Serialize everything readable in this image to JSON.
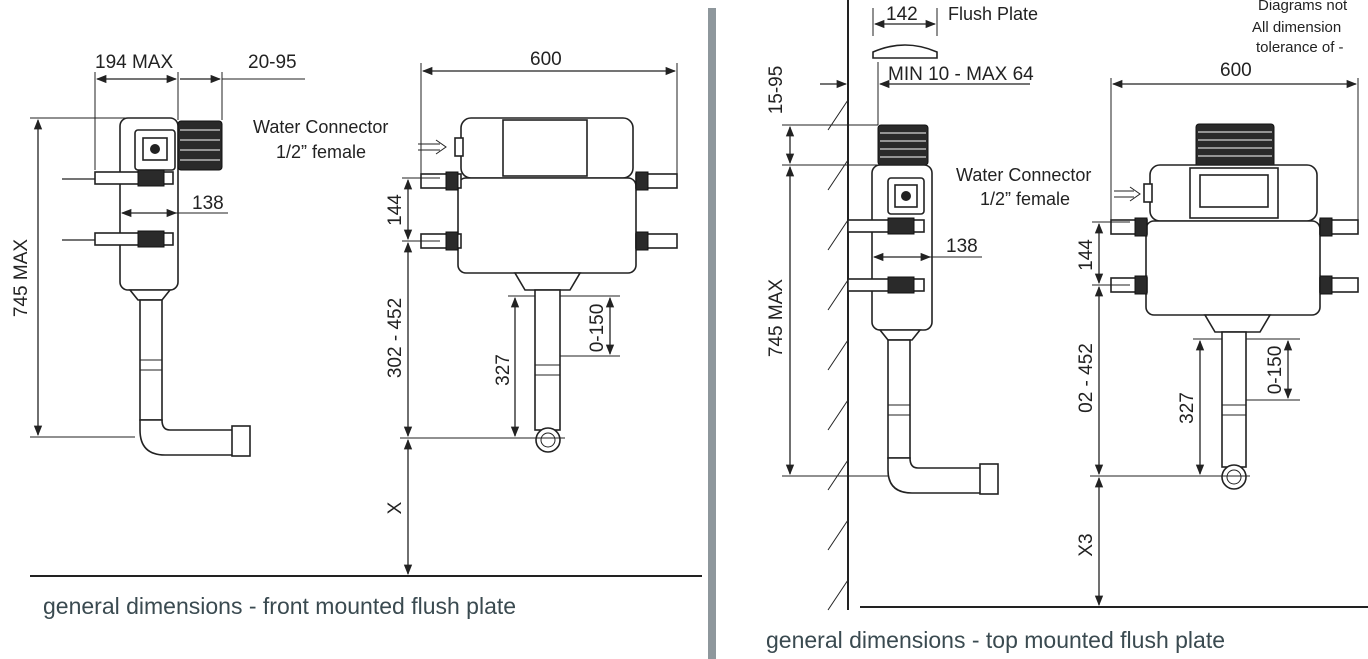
{
  "notes": {
    "line1": "Diagrams not",
    "line2": "All dimension",
    "line3": "tolerance of -"
  },
  "left_panel": {
    "dims": {
      "depth_max": "194 MAX",
      "adjust": "20-95",
      "width": "600",
      "height_max": "745 MAX",
      "body_depth": "138",
      "bracket_spacing": "144",
      "outlet_range": "302 - 452",
      "pipe": "327",
      "pipe_adjust": "0-150",
      "floor_gap": "X"
    },
    "water_connector": {
      "line1": "Water Connector",
      "line2": "1/2” female"
    },
    "caption": "general dimensions - front mounted flush plate"
  },
  "right_panel": {
    "dims": {
      "plate_width": "142",
      "wall_offset": "15-95",
      "plate_range": "MIN 10 - MAX 64",
      "width": "600",
      "height_max": "745 MAX",
      "body_depth": "138",
      "bracket_spacing": "144",
      "outlet_range": "02 - 452",
      "pipe": "327",
      "pipe_adjust": "0-150",
      "floor_gap": "X3"
    },
    "flush_plate_label": "Flush Plate",
    "water_connector": {
      "line1": "Water Connector",
      "line2": "1/2” female"
    },
    "caption": "general dimensions - top mounted flush plate"
  }
}
